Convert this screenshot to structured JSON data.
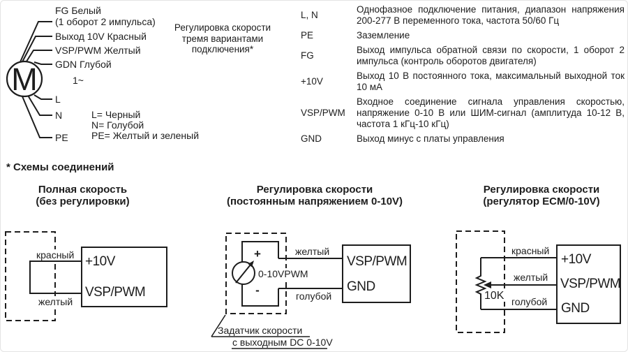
{
  "motor": {
    "letter": "M",
    "phase": "1~",
    "pins": {
      "fg": "FG Белый",
      "fg_note": "(1 оборот 2 импульса)",
      "out10v": "Выход 10V Красный",
      "vsp": "VSP/PWM Желтый",
      "gdn": "GDN Глубой",
      "l": "L",
      "n": "N",
      "pe": "PE"
    },
    "legend": [
      "L= Черный",
      "N= Голубой",
      "PE= Желтый и зеленый"
    ]
  },
  "note": "Регулировка скорости тремя вариантами подключения*",
  "pin_table": {
    "rows": [
      {
        "term": "L, N",
        "desc": "Однофазное подключение питания, диапазон напряжения 200-277 В переменного тока, частота 50/60 Гц"
      },
      {
        "term": "PE",
        "desc": "Заземление"
      },
      {
        "term": "FG",
        "desc": "Выход импульса обратной связи по скорости, 1 оборот 2 импульса (контроль оборотов двигателя)"
      },
      {
        "term": "+10V",
        "desc": "Выход 10 В постоянного тока, максимальный выходной ток 10 мА"
      },
      {
        "term": "VSP/PWM",
        "desc": "Входное соединение сигнала управления скоростью, напряжение 0-10 В или ШИМ-сигнал (амплитуда 10-12 В, частота 1 кГц-10 кГц)"
      },
      {
        "term": "GND",
        "desc": "Выход минус с платы управления"
      }
    ]
  },
  "schemes": {
    "heading": "* Схемы соединений",
    "d1": {
      "title1": "Полная скорость",
      "title2": "(без регулировки)",
      "wire_red": "красный",
      "wire_yellow": "желтый",
      "term1": "+10V",
      "term2": "VSP/PWM"
    },
    "d2": {
      "title1": "Регулировка скорости",
      "title2": "(постоянным напряжением 0-10V)",
      "plus": "+",
      "minus": "-",
      "source_label": "0-10VPWM",
      "wire_yellow": "желтый",
      "wire_blue": "голубой",
      "term1": "VSP/PWM",
      "term2": "GND",
      "callout1": "Задатчик скорости",
      "callout2": "с выходным DC 0-10V"
    },
    "d3": {
      "title1": "Регулировка скорости",
      "title2": "(регулятор ECM/0-10V)",
      "pot": "10K",
      "wire_red": "красный",
      "wire_yellow": "желтый",
      "wire_blue": "голубой",
      "term1": "+10V",
      "term2": "VSP/PWM",
      "term3": "GND"
    }
  }
}
